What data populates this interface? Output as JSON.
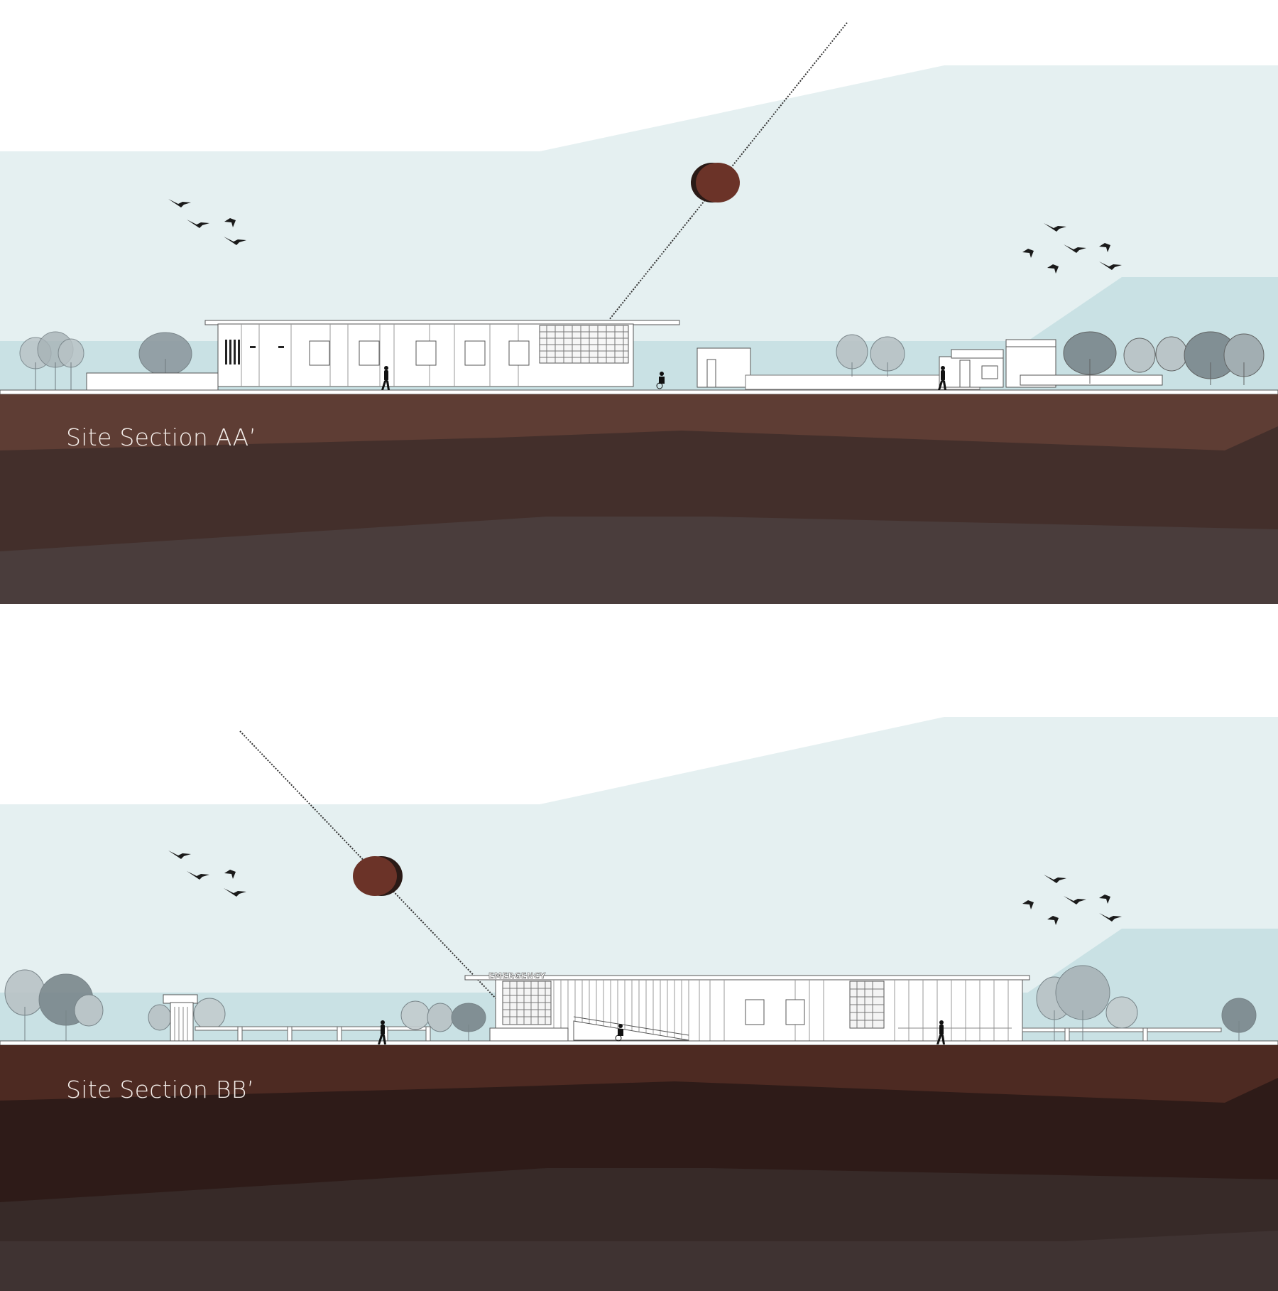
{
  "sections": [
    {
      "title": "Site Section AA’",
      "sign": "",
      "colors": {
        "sky": "#e5f0f1",
        "hills": "#c9e1e4",
        "soil1": "#5e3d34",
        "soil2": "#432f2b",
        "soil3": "#4a3d3c",
        "sun": "#6b3328"
      }
    },
    {
      "title": "Site Section BB’",
      "sign": "EMERGENCY",
      "colors": {
        "sky": "#e5f0f1",
        "hills": "#c9e1e4",
        "soil1": "#4d2a22",
        "soil2": "#2e1b18",
        "soil3": "#372a28",
        "sun": "#6b3328"
      }
    }
  ]
}
